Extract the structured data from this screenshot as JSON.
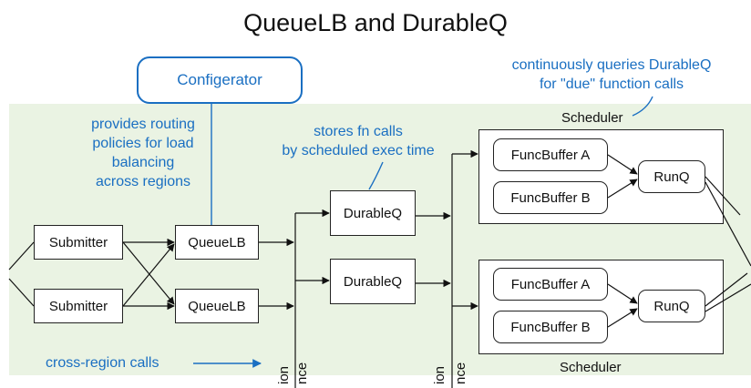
{
  "title": "QueueLB and DurableQ",
  "configerator": "Configerator",
  "notes": {
    "routing": "provides routing\npolicies for load\nbalancing\nacross regions",
    "durableq": "stores fn calls\nby scheduled exec time",
    "queries": "continuously queries DurableQ\nfor \"due\" function calls",
    "cross_region": "cross-region calls"
  },
  "submitters": [
    "Submitter",
    "Submitter"
  ],
  "queuelbs": [
    "QueueLB",
    "QueueLB"
  ],
  "durableqs": [
    "DurableQ",
    "DurableQ"
  ],
  "schedulers": [
    {
      "label": "Scheduler",
      "buffers": [
        "FuncBuffer A",
        "FuncBuffer B"
      ],
      "runq": "RunQ"
    },
    {
      "label": "Scheduler",
      "buffers": [
        "FuncBuffer A",
        "FuncBuffer B"
      ],
      "runq": "RunQ"
    }
  ],
  "partial_labels": {
    "left_a": "ion",
    "left_b": "nce",
    "right_a": "ion",
    "right_b": "nce"
  },
  "colors": {
    "accent": "#1a6fc2",
    "panel": "#eaf3e3",
    "ink": "#111111"
  }
}
